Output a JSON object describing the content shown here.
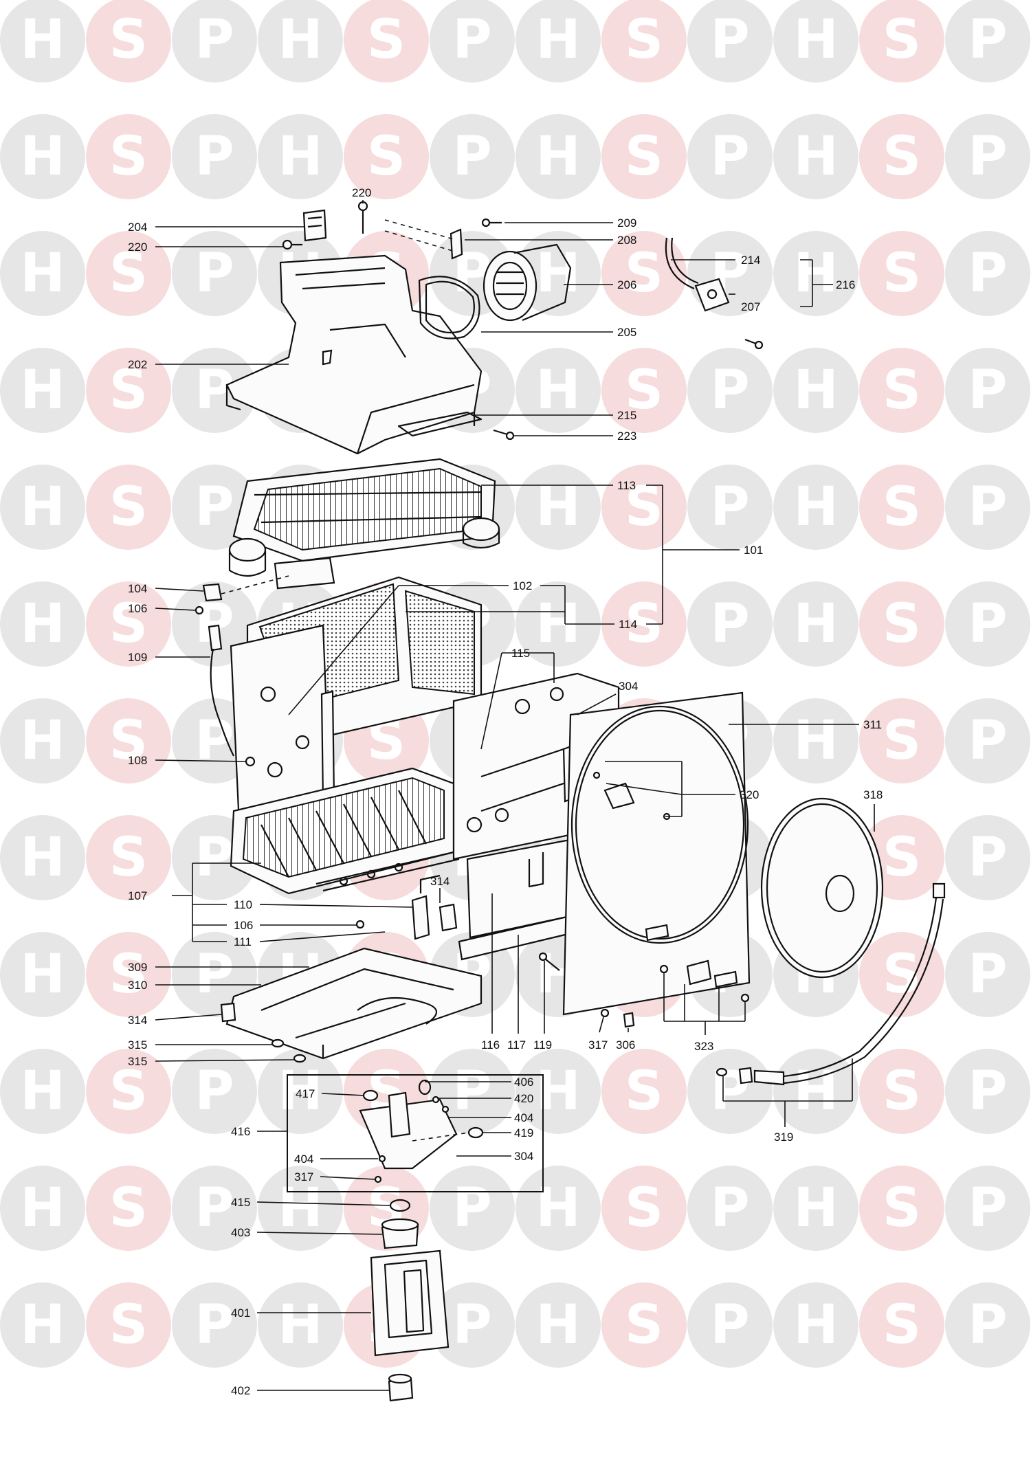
{
  "watermark": {
    "letters": [
      "H",
      "S",
      "P"
    ],
    "accent_color": "#f6dcdc",
    "base_color": "#e6e6e6"
  },
  "labels": {
    "p101": "101",
    "p102": "102",
    "p104": "104",
    "p106a": "106",
    "p106b": "106",
    "p107": "107",
    "p108": "108",
    "p109": "109",
    "p110": "110",
    "p111": "111",
    "p113": "113",
    "p114": "114",
    "p115": "115",
    "p116": "116",
    "p117": "117",
    "p119": "119",
    "p202": "202",
    "p204": "204",
    "p205": "205",
    "p206": "206",
    "p207": "207",
    "p208": "208",
    "p209": "209",
    "p214": "214",
    "p215": "215",
    "p216": "216",
    "p220a": "220",
    "p220b": "220",
    "p223": "223",
    "p304a": "304",
    "p304b": "304",
    "p306": "306",
    "p309": "309",
    "p310": "310",
    "p311": "311",
    "p314a": "314",
    "p314b": "314",
    "p315a": "315",
    "p315b": "315",
    "p317a": "317",
    "p317b": "317",
    "p318": "318",
    "p319": "319",
    "p320": "320",
    "p323": "323",
    "p401": "401",
    "p402": "402",
    "p403": "403",
    "p404a": "404",
    "p404b": "404",
    "p406": "406",
    "p415": "415",
    "p416": "416",
    "p417": "417",
    "p419": "419",
    "p420": "420"
  }
}
